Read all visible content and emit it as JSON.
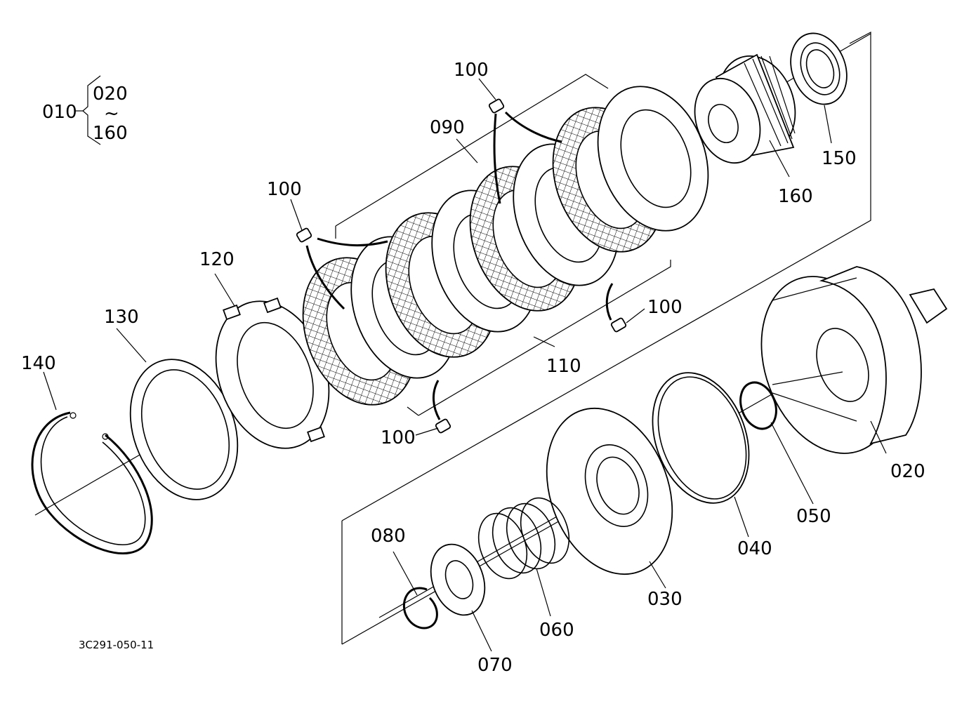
{
  "document": {
    "reference_code": "3C291-050-11",
    "assembly": {
      "number": "010",
      "range_start": "020",
      "range_sep": "~",
      "range_end": "160"
    }
  },
  "callouts": [
    {
      "id": "020",
      "label": "020"
    },
    {
      "id": "030",
      "label": "030"
    },
    {
      "id": "040",
      "label": "040"
    },
    {
      "id": "050",
      "label": "050"
    },
    {
      "id": "060",
      "label": "060"
    },
    {
      "id": "070",
      "label": "070"
    },
    {
      "id": "080",
      "label": "080"
    },
    {
      "id": "090",
      "label": "090"
    },
    {
      "id": "100a",
      "label": "100"
    },
    {
      "id": "100b",
      "label": "100"
    },
    {
      "id": "100c",
      "label": "100"
    },
    {
      "id": "100d",
      "label": "100"
    },
    {
      "id": "110",
      "label": "110"
    },
    {
      "id": "120",
      "label": "120"
    },
    {
      "id": "130",
      "label": "130"
    },
    {
      "id": "140",
      "label": "140"
    },
    {
      "id": "150",
      "label": "150"
    },
    {
      "id": "160",
      "label": "160"
    }
  ]
}
